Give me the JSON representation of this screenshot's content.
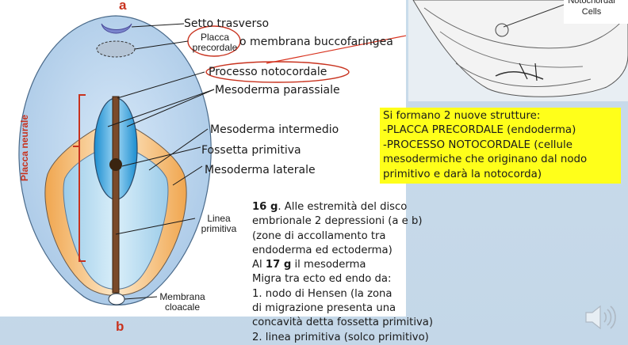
{
  "letters": {
    "a": "a",
    "b": "b"
  },
  "labels": {
    "setto_trasverso": "Setto trasverso",
    "placca_line1": "Placca",
    "placca_line2": "precordale",
    "membrana_bucco": "o membrana buccofaringea",
    "processo_notocordale": "Processo notocordale",
    "mesoderma_parassiale": "Mesoderma parassiale",
    "mesoderma_intermedio": "Mesoderma intermedio",
    "fossetta_primitiva": "Fossetta primitiva",
    "mesoderma_laterale": "Mesoderma laterale",
    "linea_line1": "Linea",
    "linea_line2": "primitiva",
    "membrana_line1": "Membrana",
    "membrana_line2": "cloacale",
    "placca_neurale": "Placca neurale",
    "inset_line1": "Notochordal",
    "inset_line2": "Cells"
  },
  "yellow_box": {
    "lines": [
      "Si formano 2 nuove strutture:",
      "-PLACCA PRECORDALE (endoderma)",
      "-PROCESSO NOTOCORDALE (cellule",
      "mesodermiche che originano dal nodo",
      "primitivo e darà la notocorda)"
    ]
  },
  "body": {
    "p1_bold": "16 g",
    "p1_rest": ". Alle estremità del disco",
    "l2": "embrionale 2 depressioni (a e b)",
    "l3": "(zone di accollamento tra",
    "l4": "endoderma ed ectoderma)",
    "l5_pre": "Al ",
    "l5_bold": "17 g",
    "l5_rest": " il mesoderma",
    "l6": "Migra tra ecto ed endo da:",
    "l7": "1. nodo di Hensen (la zona",
    "l8": "di migrazione presenta una",
    "l9": "concavità detta fossetta primitiva)",
    "l10": "2. linea primitiva (solco primitivo)"
  },
  "colors": {
    "accent_red": "#c8321e",
    "highlight": "#ffff1a",
    "background": "#c6d9ea"
  }
}
